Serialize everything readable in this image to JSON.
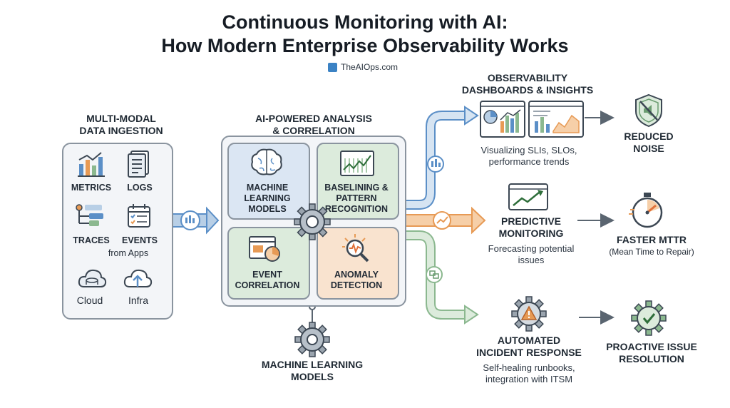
{
  "title": {
    "line1": "Continuous Monitoring with AI:",
    "line2": "How Modern Enterprise Observability Works"
  },
  "brand": "TheAIOps.com",
  "ingestion": {
    "heading_line1": "MULTI-MODAL",
    "heading_line2": "DATA INGESTION",
    "metrics": "METRICS",
    "logs": "LOGS",
    "traces": "TRACES",
    "events": "EVENTS",
    "from_apps": "from Apps",
    "cloud": "Cloud",
    "infra": "Infra"
  },
  "analysis": {
    "heading_line1": "AI-POWERED ANALYSIS",
    "heading_line2": "& CORRELATION",
    "ml_line1": "MACHINE",
    "ml_line2": "LEARNING",
    "ml_line3": "MODELS",
    "baseline_line1": "BASELINING &",
    "baseline_line2": "PATTERN",
    "baseline_line3": "RECOGNITION",
    "event_line1": "EVENT",
    "event_line2": "CORRELATION",
    "anomaly_line1": "ANOMALY",
    "anomaly_line2": "DETECTION"
  },
  "ml_models": {
    "line1": "MACHINE LEARNING",
    "line2": "MODELS"
  },
  "dashboards": {
    "heading_line1": "OBSERVABILITY",
    "heading_line2": "DASHBOARDS & INSIGHTS",
    "desc_line1": "Visualizing SLIs, SLOs,",
    "desc_line2": "performance trends"
  },
  "predictive": {
    "heading_line1": "PREDICTIVE",
    "heading_line2": "MONITORING",
    "desc_line1": "Forecasting potential",
    "desc_line2": "issues"
  },
  "incident": {
    "heading_line1": "AUTOMATED",
    "heading_line2": "INCIDENT RESPONSE",
    "desc_line1": "Self-healing runbooks,",
    "desc_line2": "integration with ITSM"
  },
  "outcomes": {
    "noise_line1": "REDUCED",
    "noise_line2": "NOISE",
    "mttr_line1": "FASTER MTTR",
    "mttr_line2": "(Mean Time to Repair)",
    "proactive_line1": "PROACTIVE ISSUE",
    "proactive_line2": "RESOLUTION"
  },
  "colors": {
    "blue": "#5b8fc7",
    "orange": "#e79a55",
    "green": "#8bb88f",
    "outline": "#8a949f"
  },
  "icons": [
    "bar-chart-icon",
    "document-icon",
    "flow-icon",
    "calendar-icon",
    "cloud-icon",
    "upload-cloud-icon",
    "brain-icon",
    "line-chart-icon",
    "gear-icon",
    "magnifier-icon",
    "window-chart-icon",
    "shield-icon",
    "stopwatch-icon",
    "warning-gear-icon",
    "check-gear-icon"
  ]
}
